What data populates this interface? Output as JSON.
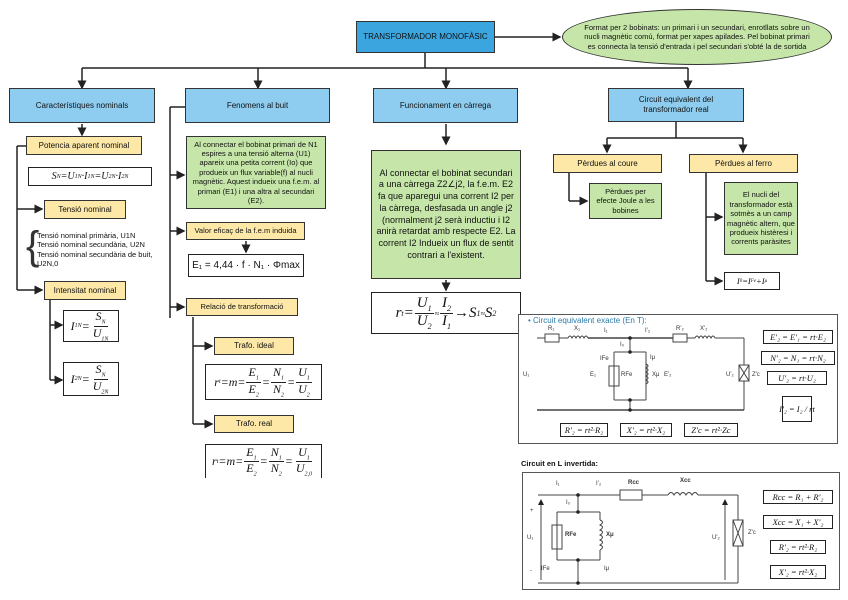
{
  "root": {
    "title": "TRANSFORMADOR MONOFÀSIC",
    "description": "Format per 2 bobinats: un primari i un secundari, enrotllats sobre un nucli magnètic comú, format per xapes apilades. Pel bobinat primari es connecta la tensió d'entrada i pel secundari s'obté la de sortida"
  },
  "branches": {
    "nominal": {
      "title": "Característiques nominals",
      "potencia": {
        "label": "Potencia aparent nominal",
        "formula": "S_N = U_1N · I_1N = U_2N · I_2N"
      },
      "tensio": {
        "label": "Tensió nominal",
        "items": [
          "Tensió nominal primària, U1N",
          "Tensió nominal secundària, U2N",
          "Tensió nominal secundària de buit, U2N,0"
        ]
      },
      "intensitat": {
        "label": "Intensitat nominal",
        "formula1": "I_1N = S_N / U_1N",
        "formula2": "I_2N = S_N / U_2N"
      }
    },
    "buit": {
      "title": "Fenomens al buit",
      "text": "Al connectar el bobinat primari de N1 espires a una tensió alterna (U1) apareix una petita corrent (Io) que produeix un flux variable(f) al nucli magnètic. Aquest indueix una f.e.m. al primari (E1) i una altra al secundari (E2).",
      "fem": {
        "label": "Valor eficaç de la f.e.m induida",
        "formula": "E₁ = 4,44 · f · N₁ · Φmax"
      },
      "relacio": {
        "label": "Relació de transformació",
        "ideal": {
          "label": "Trafo. ideal",
          "formula": "rt = m = E1/E2 = N1/N2 = U1/U2"
        },
        "real": {
          "label": "Trafo. real",
          "formula": "rt = m = E1/E2 = N1/N2 = U1/U2,0"
        }
      }
    },
    "carrega": {
      "title": "Funcionament en càrrega",
      "text": "Al connectar el bobinat secundari a una càrrega Z2∠j2, la f.e.m. E2 fa que aparegui una corrent I2 per la càrrega, desfasada un angle j2 (normalment j2 serà inductiu i I2 anirà retardat amb respecte E2. La corrent I2 Indueix un flux de sentit contrari a l'existent.",
      "formula": "rt = U1/U2 ≈ I2/I1 → S1 ≈ S2"
    },
    "circuit": {
      "title": "Circuit equivalent del transformador real",
      "coure": {
        "label": "Pèrdues al coure",
        "text": "Pèrdues per efecte Joule a les bobines"
      },
      "ferro": {
        "label": "Pèrdues al ferro",
        "text": "El nucli del transformador està sotmès a un camp magnètic altern, que produeix histèresi i corrents paràsites",
        "formula": "I0 = IFe + Iμ"
      }
    }
  },
  "circuit_t": {
    "title": "Circuit equivalent exacte (En T):",
    "labels": {
      "R1": "R₁",
      "X1": "X₁",
      "I1": "I₁",
      "I2p": "I'₂",
      "R2p": "R'₂",
      "X2p": "X'₂",
      "I0": "I₀",
      "IFe": "IFe",
      "Imu": "Iμ",
      "RFe": "RFe",
      "Xmu": "Xμ",
      "U1": "U₁",
      "E1": "E₁",
      "E2p": "E'₂",
      "U2p": "U'₂",
      "Zc": "Z'c",
      "plus": "+",
      "minus": "-"
    },
    "side_formulas": [
      "E'₂ = E'₁ = rt·E₂",
      "N'₂ = N₁ = rt·N₂",
      "U'₂ = rt·U₂",
      "I'₂ = I₂ / rt"
    ],
    "bottom_formulas": [
      "R'₂ = rt²·R₂",
      "X'₂ = rt²·X₂",
      "Z'c = rt²·Zc"
    ]
  },
  "circuit_l": {
    "title": "Circuit en L invertida:",
    "labels": {
      "I1": "I₁",
      "I2p": "I'₂",
      "Rcc": "Rcc",
      "Xcc": "Xcc",
      "I0": "I₀",
      "RFe": "RFe",
      "Xmu": "Xμ",
      "IFe": "IFe",
      "Imu": "Iμ",
      "U1": "U₁",
      "U2p": "U'₂",
      "Zc": "Z'c",
      "plus": "+",
      "minus": "-"
    },
    "side_formulas": [
      "Rcc = R₁ + R'₂",
      "Xcc = X₁ + X'₂",
      "R'₂ = rt²·R₂",
      "X'₂ = rt²·X₂"
    ]
  }
}
